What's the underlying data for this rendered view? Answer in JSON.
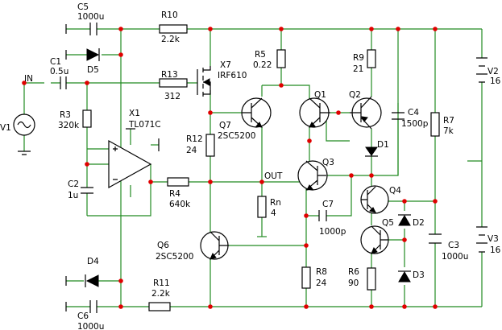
{
  "components": {
    "C5": {
      "ref": "C5",
      "value": "1000u"
    },
    "R10": {
      "ref": "R10",
      "value": "2.2k"
    },
    "C1": {
      "ref": "C1",
      "value": "0.5u"
    },
    "D5": {
      "ref": "D5"
    },
    "IN": {
      "ref": "IN"
    },
    "R13": {
      "ref": "R13",
      "value": "312"
    },
    "X7": {
      "ref": "X7",
      "value": "IRF610"
    },
    "R5": {
      "ref": "R5",
      "value": "0.22"
    },
    "R9": {
      "ref": "R9",
      "value": "21"
    },
    "V2": {
      "ref": "V2",
      "value": "16"
    },
    "R3": {
      "ref": "R3",
      "value": "320k"
    },
    "X1": {
      "ref": "X1",
      "value": "TL071C"
    },
    "V1": {
      "ref": "V1"
    },
    "Q1": {
      "ref": "Q1"
    },
    "Q2": {
      "ref": "Q2"
    },
    "C4": {
      "ref": "C4",
      "value": "1500p"
    },
    "R7": {
      "ref": "R7",
      "value": "7k"
    },
    "R12": {
      "ref": "R12",
      "value": "24"
    },
    "Q7": {
      "ref": "Q7",
      "value": "2SC5200"
    },
    "D1": {
      "ref": "D1"
    },
    "C2": {
      "ref": "C2",
      "value": "1u"
    },
    "R4": {
      "ref": "R4",
      "value": "640k"
    },
    "OUT": {
      "ref": "OUT"
    },
    "Q3": {
      "ref": "Q3"
    },
    "Q4": {
      "ref": "Q4"
    },
    "Rn": {
      "ref": "Rn",
      "value": "4"
    },
    "C7": {
      "ref": "C7",
      "value": "1000p"
    },
    "Q5": {
      "ref": "Q5"
    },
    "D2": {
      "ref": "D2"
    },
    "C3": {
      "ref": "C3",
      "value": "1000u"
    },
    "V3": {
      "ref": "V3",
      "value": "16"
    },
    "Q6": {
      "ref": "Q6",
      "value": "2SC5200"
    },
    "R8": {
      "ref": "R8",
      "value": "24"
    },
    "R6": {
      "ref": "R6",
      "value": "90"
    },
    "D3": {
      "ref": "D3"
    },
    "D4": {
      "ref": "D4"
    },
    "R11": {
      "ref": "R11",
      "value": "2.2k"
    },
    "C6": {
      "ref": "C6",
      "value": "1000u"
    }
  },
  "colors": {
    "wire": "#228B22",
    "junction": "#e00000",
    "component": "#000000",
    "background": "#ffffff"
  }
}
